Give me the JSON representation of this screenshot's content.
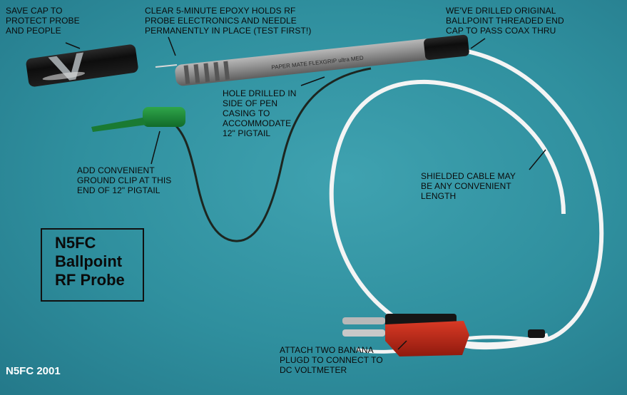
{
  "annotations": {
    "cap": [
      "SAVE CAP TO",
      "PROTECT PROBE",
      "AND PEOPLE"
    ],
    "epoxy": [
      "CLEAR 5-MINUTE EPOXY HOLDS RF",
      "PROBE ELECTRONICS AND NEEDLE",
      "PERMANENTLY IN PLACE (TEST FIRST!)"
    ],
    "endcap": [
      "WE'VE DRILLED ORIGINAL",
      "BALLPOINT THREADED END",
      "CAP TO PASS COAX THRU"
    ],
    "hole": [
      "HOLE DRILLED IN",
      "SIDE OF PEN",
      "CASING TO",
      "ACCOMMODATE",
      "12\" PIGTAIL"
    ],
    "ground": [
      "ADD CONVENIENT",
      "GROUND CLIP AT THIS",
      "END OF 12\" PIGTAIL"
    ],
    "cable": [
      "SHIELDED CABLE MAY",
      "BE ANY CONVENIENT",
      "LENGTH"
    ],
    "banana": [
      "ATTACH TWO BANANA",
      "PLUGD TO CONNECT TO",
      "DC VOLTMETER"
    ]
  },
  "pen_text": "PAPER MATE FLEXGRIP ultra MED",
  "title": [
    "N5FC",
    "Ballpoint",
    "RF Probe"
  ],
  "credit": "N5FC 2001"
}
